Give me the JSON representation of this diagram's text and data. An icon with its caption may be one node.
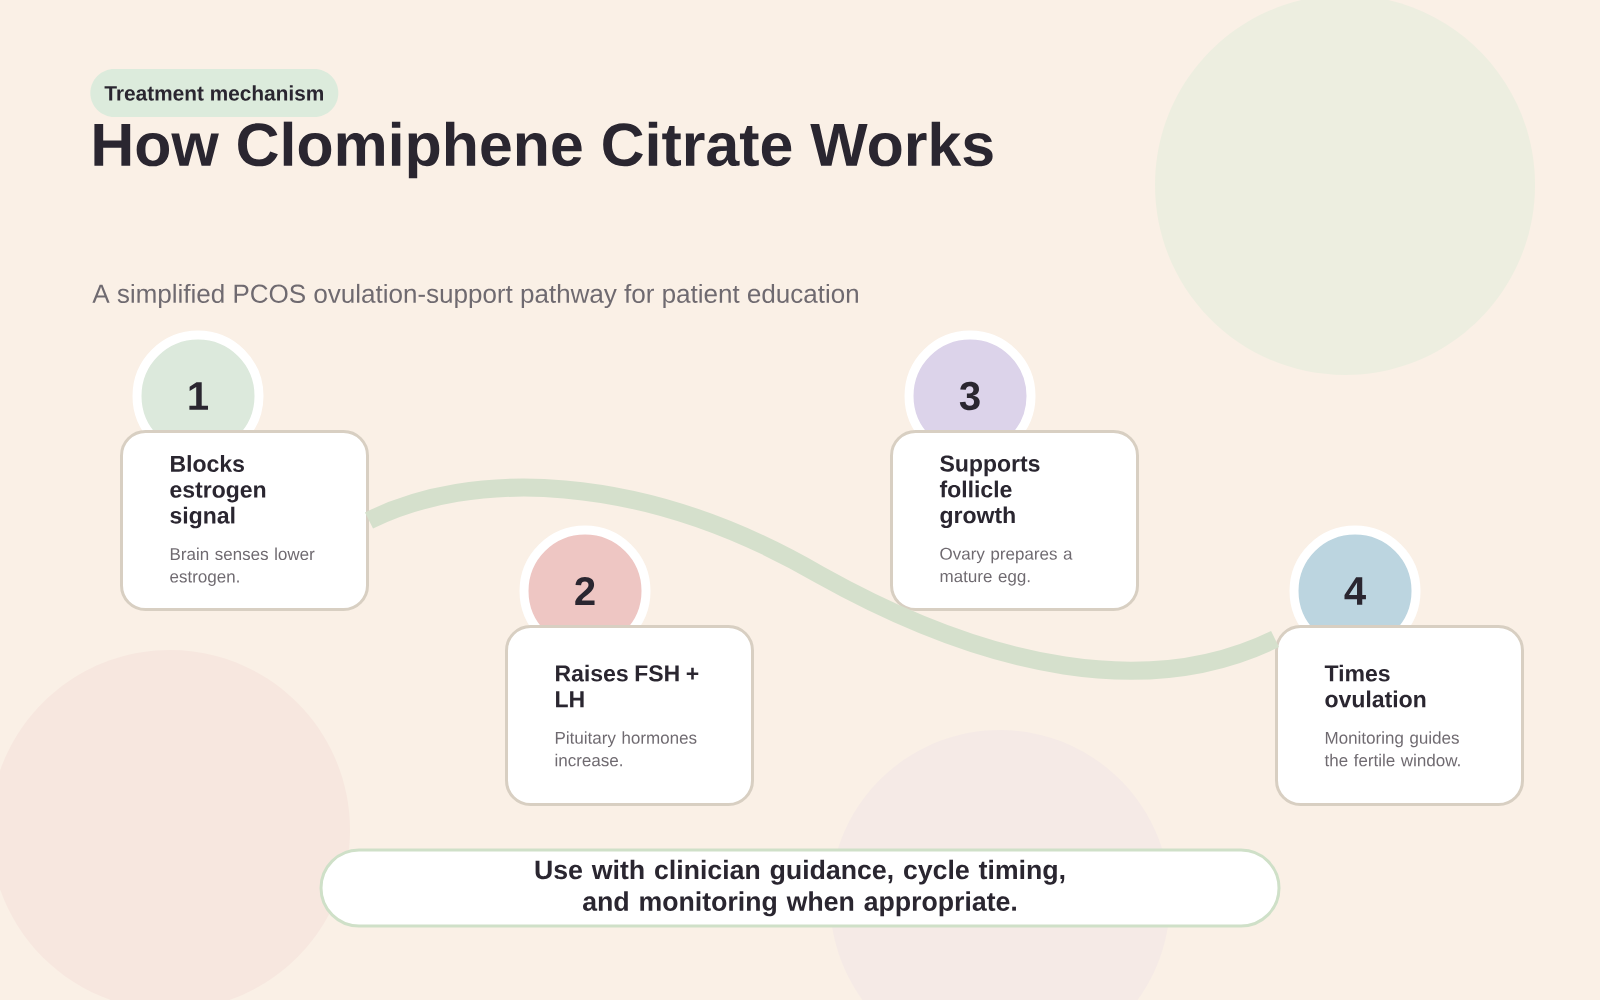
{
  "diagram": {
    "title": "How Clomiphene Citrate Works",
    "nodes": [
      {
        "text": [
          "Treatment mechanism"
        ]
      },
      {
        "text": [
          "1"
        ]
      },
      {
        "text": [
          "Blocks estrogen signal",
          "Brain senses lower estrogen."
        ]
      },
      {
        "text": [
          "2"
        ]
      },
      {
        "text": [
          "Raises FSH + LH",
          "Pituitary hormones increase."
        ]
      },
      {
        "text": [
          "3"
        ]
      },
      {
        "text": [
          "Supports follicle growth",
          "Ovary prepares a mature egg."
        ]
      },
      {
        "text": [
          "4"
        ]
      },
      {
        "text": [
          "Times ovulation",
          "Monitoring guides the fertile window."
        ]
      },
      {
        "text": [
          "Use with clinician guidance, cycle timing, and monitoring when appropriate."
        ]
      }
    ],
    "edges": [
      {
        "from": 2,
        "to": 8,
        "arrow": "none"
      }
    ],
    "labels": [
      "A simplified PCOS ovulation-support pathway for patient education"
    ]
  }
}
